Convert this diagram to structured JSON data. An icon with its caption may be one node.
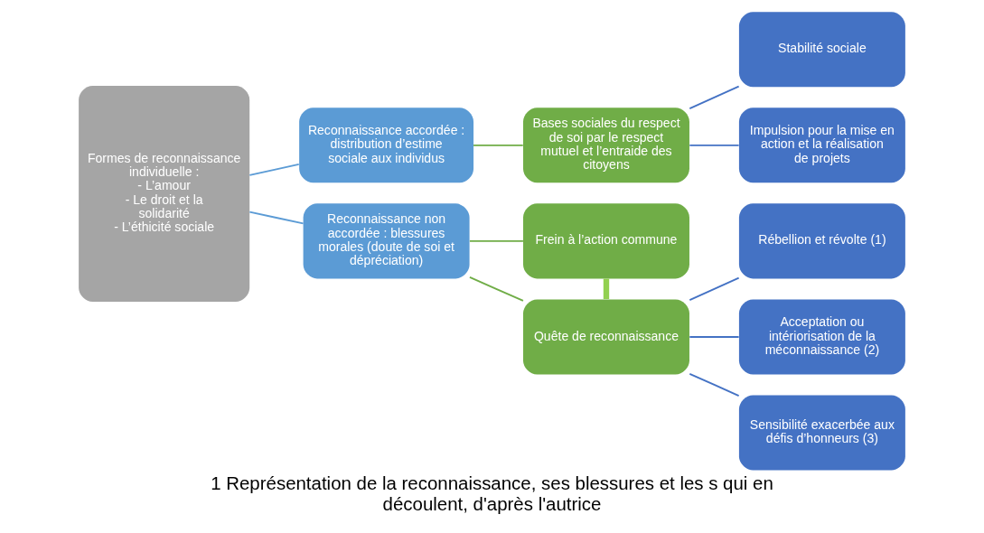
{
  "diagram": {
    "caption": "1 Représentation de la reconnaissance, ses blessures et les s qui en découlent, d'après l'autrice",
    "nodes": [
      {
        "text": [
          "Formes de reconnaissance individuelle :",
          "- L’amour",
          "- Le droit et la solidarité",
          "- L’éthicité sociale"
        ]
      },
      {
        "text": [
          "Reconnaissance accordée : distribution d’estime sociale aux individus"
        ]
      },
      {
        "text": [
          "Reconnaissance non accordée : blessures morales (doute de soi et dépréciation)"
        ]
      },
      {
        "text": [
          "Bases sociales du respect de soi par le respect mutuel et l’entraide des citoyens"
        ]
      },
      {
        "text": [
          "Frein à l’action commune"
        ]
      },
      {
        "text": [
          "Quête de reconnaissance"
        ]
      },
      {
        "text": [
          "Stabilité sociale"
        ]
      },
      {
        "text": [
          "Impulsion pour la mise en action et la réalisation de projets"
        ]
      },
      {
        "text": [
          "Rébellion et révolte (1)"
        ]
      },
      {
        "text": [
          "Acceptation ou intériorisation de la méconnaissance (2)"
        ]
      },
      {
        "text": [
          "Sensibilité exacerbée aux défis d’honneurs (3)"
        ]
      }
    ],
    "edges": [
      {
        "from": 0,
        "to": 1,
        "arrow": "none",
        "color": "#5b9bd5"
      },
      {
        "from": 0,
        "to": 2,
        "arrow": "none",
        "color": "#5b9bd5"
      },
      {
        "from": 1,
        "to": 3,
        "arrow": "none",
        "color": "#70ad47"
      },
      {
        "from": 2,
        "to": 4,
        "arrow": "none",
        "color": "#70ad47"
      },
      {
        "from": 2,
        "to": 5,
        "arrow": "none",
        "color": "#70ad47"
      },
      {
        "from": 4,
        "to": 5,
        "arrow": "none",
        "style": "thick",
        "color": "#92d050"
      },
      {
        "from": 3,
        "to": 6,
        "arrow": "none"
      },
      {
        "from": 3,
        "to": 7,
        "arrow": "none"
      },
      {
        "from": 5,
        "to": 8,
        "arrow": "none"
      },
      {
        "from": 5,
        "to": 9,
        "arrow": "none"
      },
      {
        "from": 5,
        "to": 10,
        "arrow": "none"
      }
    ]
  }
}
